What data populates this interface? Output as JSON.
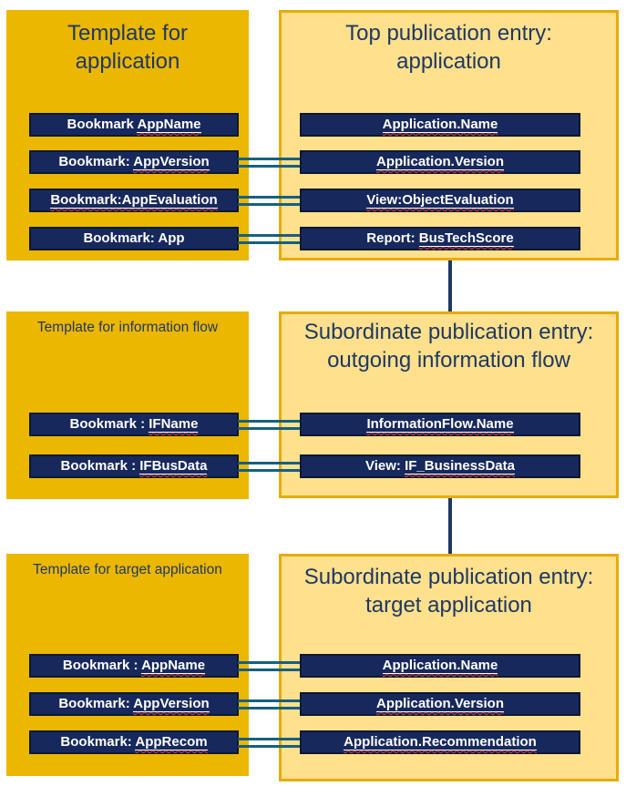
{
  "palette": {
    "gold": "#EBB700",
    "light_yellow": "#FFE08C",
    "pub_border": "#E6AC00",
    "navy_text": "#1F3864",
    "bar_fill": "#17295C",
    "bar_border": "#0A1834",
    "bar_text": "#FFFFFF",
    "connector_teal": "#156082",
    "hierarchy_navy": "#1F3864",
    "squiggle_red": "#D93A2B"
  },
  "left_boxes": [
    {
      "title_lines": [
        "Template for",
        "application"
      ],
      "bars": [
        {
          "pre": "Bookmark ",
          "link": "AppName"
        },
        {
          "pre": "Bookmark: ",
          "link": "AppVersion"
        },
        {
          "pre": "",
          "link": "Bookmark:AppEvaluation"
        },
        {
          "pre": "Bookmark: App",
          "link": ""
        }
      ]
    },
    {
      "title_lines": [
        "Template for information flow"
      ],
      "bars": [
        {
          "pre": "Bookmark : ",
          "link": "IFName"
        },
        {
          "pre": "Bookmark : ",
          "link": "IFBusData"
        }
      ]
    },
    {
      "title_lines": [
        "Template for target application"
      ],
      "bars": [
        {
          "pre": "Bookmark : ",
          "link": "AppName"
        },
        {
          "pre": "Bookmark: ",
          "link": "AppVersion"
        },
        {
          "pre": "Bookmark: ",
          "link": "AppRecom"
        }
      ]
    }
  ],
  "right_boxes": [
    {
      "title_lines": [
        "Top publication entry:",
        "application"
      ],
      "bars": [
        {
          "pre": "",
          "link": "Application.Name"
        },
        {
          "pre": "",
          "link": "Application.Version"
        },
        {
          "pre": "",
          "link": "View:ObjectEvaluation"
        },
        {
          "pre": "Report: ",
          "link": "BusTechScore"
        }
      ]
    },
    {
      "title_lines": [
        "Subordinate publication entry:",
        "outgoing information flow"
      ],
      "bars": [
        {
          "pre": "",
          "link": "InformationFlow.Name"
        },
        {
          "pre": "View: ",
          "link": "IF_BusinessData"
        }
      ]
    },
    {
      "title_lines": [
        "Subordinate publication entry:",
        "target application"
      ],
      "bars": [
        {
          "pre": "",
          "link": "Application.Name"
        },
        {
          "pre": "",
          "link": "Application.Version"
        },
        {
          "pre": "",
          "link": "Application.Recommendation"
        }
      ]
    }
  ],
  "connectors": {
    "horizontal_pairs": [
      "Bookmark: AppVersion = Application.Version",
      "Bookmark:AppEvaluation = View:ObjectEvaluation",
      "Bookmark: App = Report: BusTechScore",
      "Bookmark : IFName = InformationFlow.Name",
      "Bookmark : IFBusData = View: IF_BusinessData",
      "Bookmark : AppName = Application.Name",
      "Bookmark: AppVersion = Application.Version",
      "Bookmark: AppRecom = Application.Recommendation"
    ],
    "vertical_links": [
      "Top publication entry: application - Subordinate publication entry: outgoing information flow",
      "Subordinate publication entry: outgoing information flow - Subordinate publication entry: target application"
    ]
  }
}
